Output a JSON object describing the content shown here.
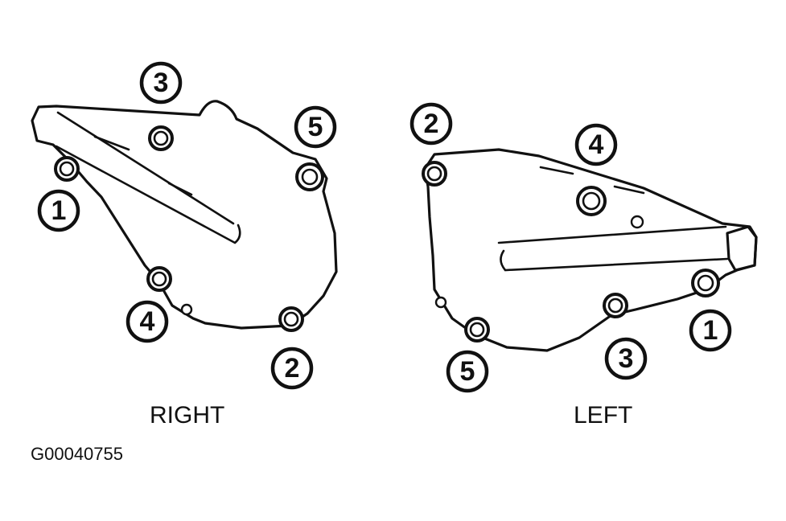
{
  "diagram": {
    "captions": {
      "right": "RIGHT",
      "left": "LEFT"
    },
    "figure_id": "G00040755",
    "right_cover": {
      "callouts": [
        "1",
        "2",
        "3",
        "4",
        "5"
      ]
    },
    "left_cover": {
      "callouts": [
        "1",
        "2",
        "3",
        "4",
        "5"
      ]
    }
  }
}
